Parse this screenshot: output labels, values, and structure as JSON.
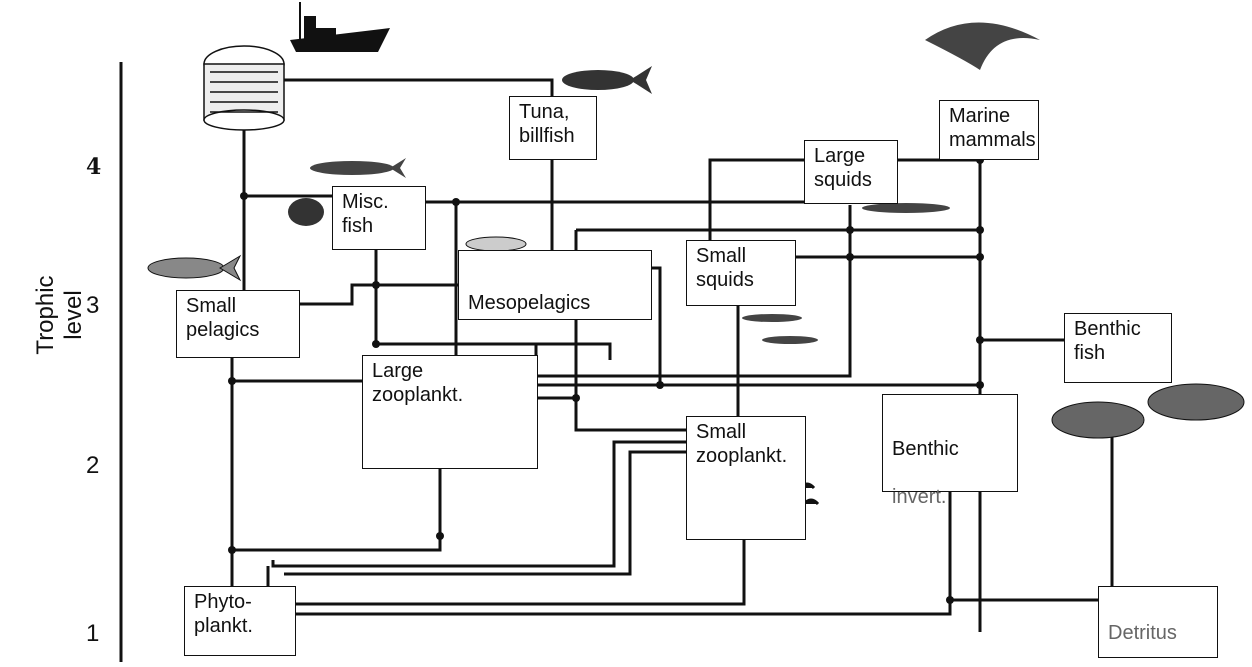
{
  "axis": {
    "ylabel": "Trophic level",
    "ticks": [
      "4",
      "3",
      "2",
      "1"
    ]
  },
  "groups": {
    "tuna": "Tuna,\nbillfish",
    "marine_mammals": "Marine\nmammals",
    "large_squids": "Large\nsquids",
    "misc_fish": "Misc.\nfish",
    "small_squids": "Small\nsquids",
    "small_pelagics": "Small\npelagics",
    "mesopelagics": "Mesopelagics",
    "benthic_fish": "Benthic\nfish",
    "large_zooplankton": "Large\nzooplankt.",
    "small_zooplankton": "Small\nzooplankt.",
    "benthic_invert_line1": "Benthic",
    "benthic_invert_line2": "invert.",
    "phytoplankton": "Phyto-\nplankt.",
    "detritus": "Detritus"
  },
  "icons": [
    "fishing-vessel-icon",
    "purse-seine-net-icon",
    "tuna-icon",
    "dolphin-icon",
    "mackerel-icon",
    "angelfish-icon",
    "herring-icon",
    "lanternfish-icon",
    "squid-icon",
    "grouper-icon",
    "zooplankton-icon"
  ]
}
